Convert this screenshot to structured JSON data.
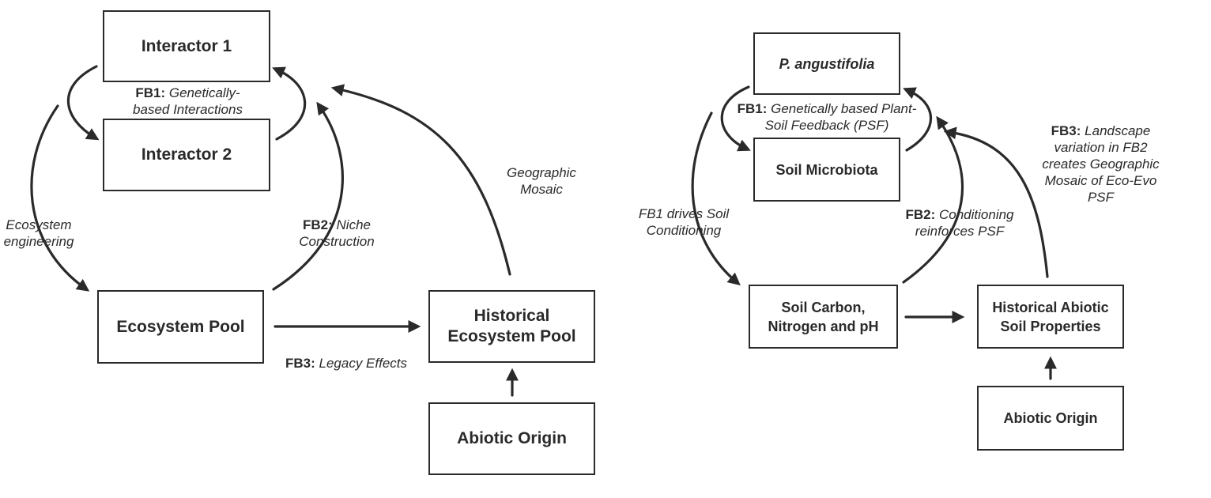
{
  "left": {
    "boxes": {
      "interactor1": "Interactor 1",
      "interactor2": "Interactor 2",
      "ecosystem_pool": "Ecosystem Pool",
      "historical_pool": "Historical Ecosystem Pool",
      "abiotic_origin": "Abiotic Origin"
    },
    "labels": {
      "fb1_tag": "FB1:",
      "fb1_text": "Genetically-based Interactions",
      "fb2_tag": "FB2:",
      "fb2_text": "Niche Construction",
      "fb3_tag": "FB3:",
      "fb3_text": "Legacy Effects",
      "ecosystem_engineering": "Ecosystem engineering",
      "geographic_mosaic": "Geographic Mosaic"
    }
  },
  "right": {
    "boxes": {
      "plant": "P. angustifolia",
      "soil_microbiota": "Soil Microbiota",
      "soil_cnph": "Soil Carbon, Nitrogen and pH",
      "historical_abiotic": "Historical Abiotic Soil Properties",
      "abiotic_origin": "Abiotic Origin"
    },
    "labels": {
      "fb1_tag": "FB1:",
      "fb1_text": "Genetically based Plant-Soil Feedback (PSF)",
      "fb1_drives": "FB1 drives Soil Conditioning",
      "fb2_tag": "FB2:",
      "fb2_text": "Conditioning reinforces PSF",
      "fb3_tag": "FB3:",
      "fb3_text": "Landscape variation in FB2 creates Geographic Mosaic of Eco-Evo PSF"
    }
  }
}
